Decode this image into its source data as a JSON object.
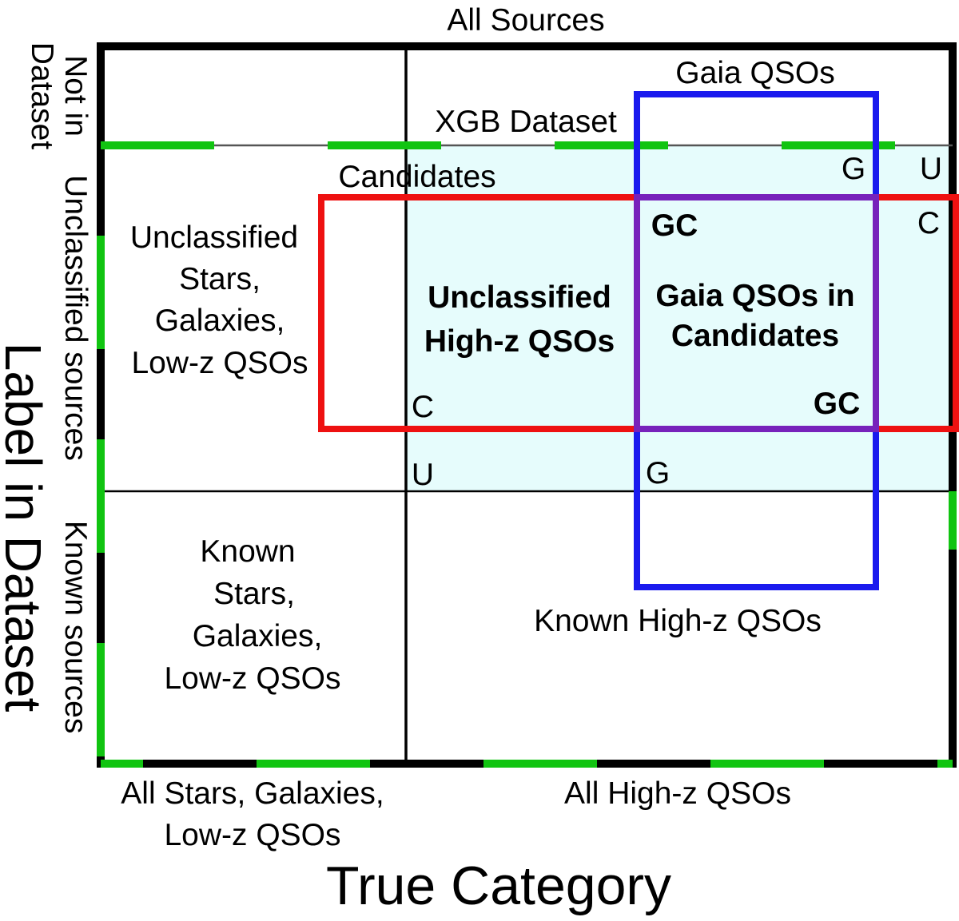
{
  "top_title": "All Sources",
  "x_axis_title": "True Category",
  "y_axis_title": "Label in Dataset",
  "x_categories": {
    "left": [
      "All Stars, Galaxies,",
      "Low-z QSOs"
    ],
    "right": "All High-z QSOs"
  },
  "y_categories": {
    "not_in_dataset": [
      "Not in",
      "Dataset"
    ],
    "unclassified": "Unclassified sources",
    "known": "Known sources"
  },
  "regions": {
    "unclassified_low": [
      "Unclassified",
      "Stars,",
      "Galaxies,",
      "Low-z QSOs"
    ],
    "known_low": [
      "Known",
      "Stars,",
      "Galaxies,",
      "Low-z QSOs"
    ],
    "known_high": "Known High-z QSOs",
    "unclassified_high": [
      "Unclassified",
      "High-z QSOs"
    ],
    "gaia_in_candidates": [
      "Gaia QSOs in",
      "Candidates"
    ]
  },
  "box_labels": {
    "xgb": "XGB Dataset",
    "candidates": "Candidates",
    "gaia": "Gaia QSOs"
  },
  "corner_markers": {
    "g": "G",
    "u": "U",
    "c": "C",
    "gc": "GC"
  },
  "colors": {
    "green": "#11c411",
    "red": "#ee1111",
    "blue": "#1a1aee",
    "purple": "#7722bb",
    "cyan": "#22c2cc",
    "cyan_fill": "#e6fcfc",
    "frame": "#000000"
  }
}
